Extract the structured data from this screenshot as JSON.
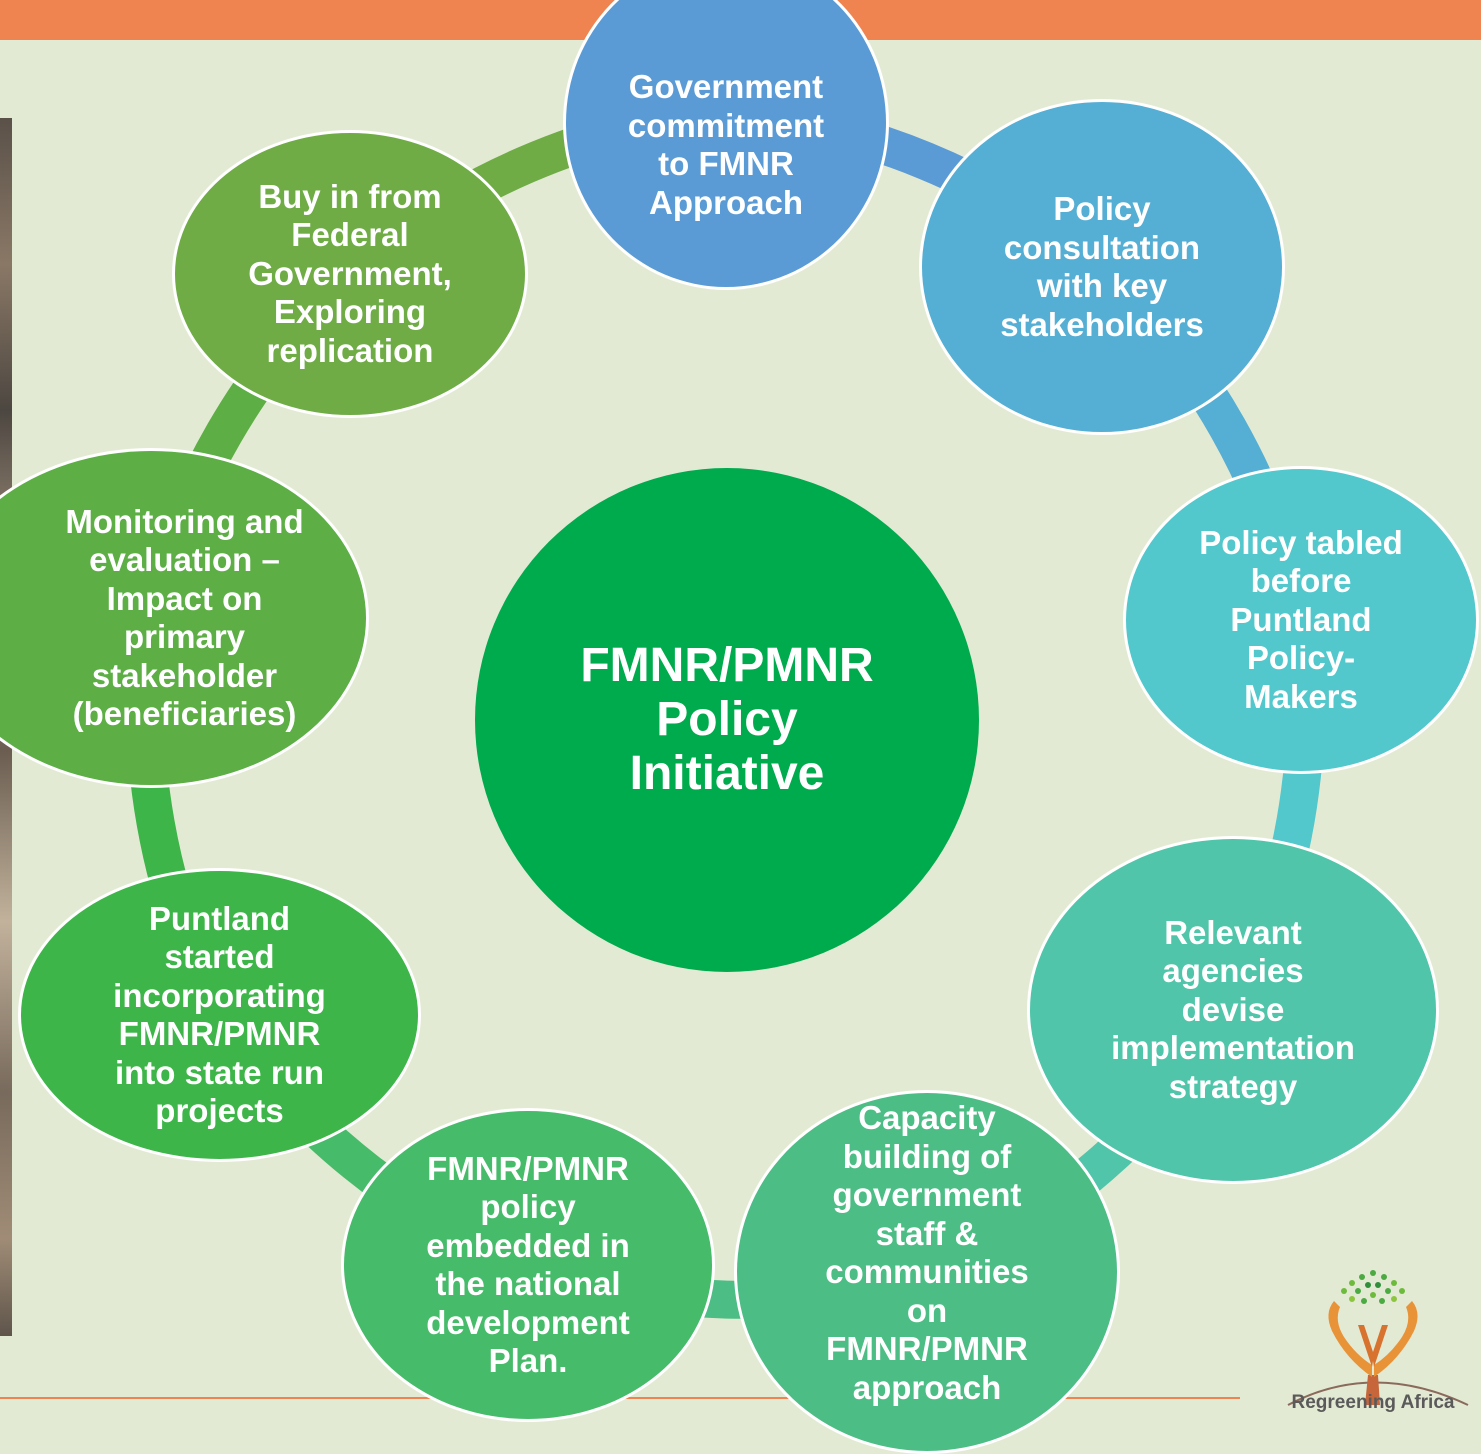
{
  "diagram": {
    "center_label": "FMNR/PMNR\nPolicy\nInitiative",
    "center_color": "#00ab4e",
    "nodes": [
      {
        "label": "Government\ncommitment\nto FMNR\nApproach",
        "color": "#5b9bd5"
      },
      {
        "label": "Policy\nconsultation\nwith key\nstakeholders",
        "color": "#55aed3"
      },
      {
        "label": "Policy tabled\nbefore\nPuntland\nPolicy-\nMakers",
        "color": "#52c7cc"
      },
      {
        "label": "Relevant\nagencies\ndevise\nimplementation\nstrategy",
        "color": "#50c5aa"
      },
      {
        "label": "Capacity\nbuilding of\ngovernment\nstaff &\ncommunities\non\nFMNR/PMNR\napproach",
        "color": "#4cbd85"
      },
      {
        "label": "FMNR/PMNR\npolicy\nembedded in\nthe national\ndevelopment\nPlan.",
        "color": "#46bb6a"
      },
      {
        "label": "Puntland\nstarted\nincorporating\nFMNR/PMNR\ninto state run\nprojects",
        "color": "#3db549"
      },
      {
        "label": "Monitoring and\nevaluation –\nImpact on\nprimary\nstakeholder\n(beneficiaries)",
        "color": "#5cae45"
      },
      {
        "label": "Buy in from\nFederal\nGovernment,\nExploring\nreplication",
        "color": "#6fac46"
      }
    ]
  },
  "logo": {
    "text": "Regreening Africa"
  }
}
